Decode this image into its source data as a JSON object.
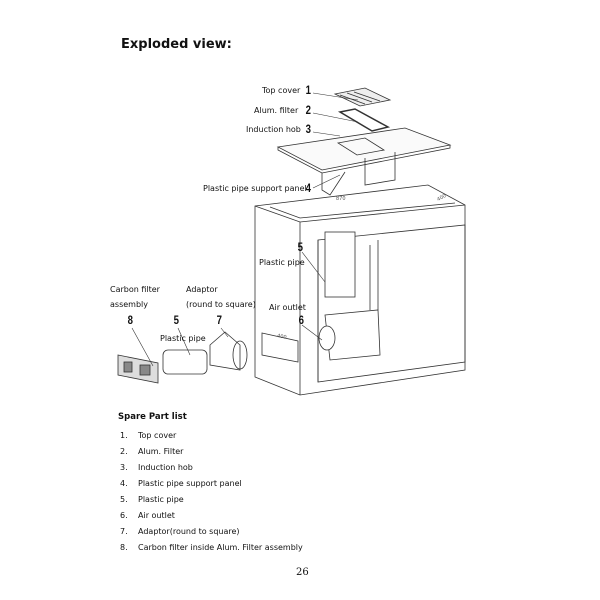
{
  "title": "Exploded view:",
  "diagram": {
    "labels": {
      "top_cover": "Top cover",
      "alum_filter": "Alum. filter",
      "induction_hob": "Induction hob",
      "support_panel": "Plastic pipe support panel",
      "plastic_pipe": "Plastic pipe",
      "air_outlet": "Air outlet",
      "carbon_filter_1": "Carbon filter",
      "carbon_filter_2": "assembly",
      "adaptor_1": "Adaptor",
      "adaptor_2": "(round to square)",
      "plastic_pipe_2": "Plastic pipe"
    },
    "numbers": {
      "n1": "1",
      "n2": "2",
      "n3": "3",
      "n4": "4",
      "n5": "5",
      "n6": "6",
      "n7": "7",
      "n8": "8",
      "n5b": "5"
    },
    "dimensions": {
      "width": "870",
      "depth": "400",
      "opening": "400"
    }
  },
  "spare_parts": {
    "title": "Spare Part list",
    "items": [
      {
        "n": "1.",
        "t": "Top cover"
      },
      {
        "n": "2.",
        "t": "Alum. Filter"
      },
      {
        "n": "3.",
        "t": "Induction hob"
      },
      {
        "n": "4.",
        "t": "Plastic pipe support panel"
      },
      {
        "n": "5.",
        "t": "Plastic pipe"
      },
      {
        "n": "6.",
        "t": "Air outlet"
      },
      {
        "n": "7.",
        "t": "Adaptor(round to square)"
      },
      {
        "n": "8.",
        "t": "Carbon filter inside Alum. Filter assembly"
      }
    ]
  },
  "page_number": "26"
}
